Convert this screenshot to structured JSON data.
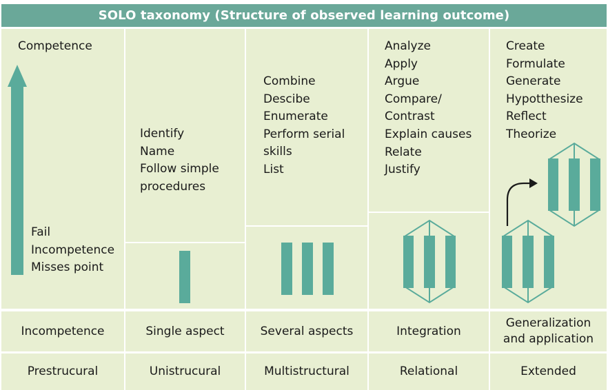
{
  "title": "SOLO taxonomy (Structure of observed learning outcome)",
  "colors": {
    "header_bg": "#6aa899",
    "cell_bg": "#e8efd2",
    "shape": "#5aab9b",
    "arrow_dark": "#1a1a1a"
  },
  "columns": [
    {
      "verbs": [],
      "aspect": "Incompetence",
      "level": "Prestrucural"
    },
    {
      "verbs": [
        "Identify",
        "Name",
        "Follow simple",
        "procedures"
      ],
      "aspect": "Single aspect",
      "level": "Unistrucural"
    },
    {
      "verbs": [
        "Combine",
        "Descibe",
        "Enumerate",
        "Perform serial",
        "skills",
        "List"
      ],
      "aspect": "Several aspects",
      "level": "Multistructural"
    },
    {
      "verbs": [
        "Analyze",
        "Apply",
        "Argue",
        "Compare/",
        "Contrast",
        "Explain causes",
        "Relate",
        "Justify"
      ],
      "aspect": "Integration",
      "level": "Relational"
    },
    {
      "verbs": [
        "Create",
        "Formulate",
        "Generate",
        "Hypotthesize",
        "Reflect",
        "Theorize"
      ],
      "aspect": "Generalization and application",
      "level": "Extended"
    }
  ],
  "axis": {
    "top_label": "Competence",
    "bottom_labels": [
      "Fail",
      "Incompetence",
      "Misses point"
    ]
  },
  "icons": [
    "up-arrow-icon",
    "single-bar-icon",
    "three-bars-icon",
    "hexagon-bars-icon",
    "extended-hexagons-icon",
    "curved-arrow-icon"
  ]
}
